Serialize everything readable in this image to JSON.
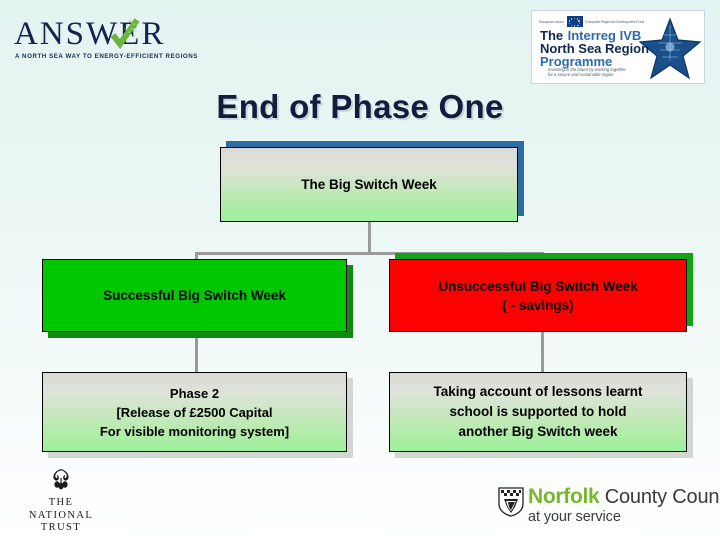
{
  "slide": {
    "title": "End of Phase One",
    "background_top_color": "#e4f4f1",
    "background_bottom_color": "#ffffff",
    "title_color": "#141b3d"
  },
  "logos": {
    "answer": {
      "wordmark": "ANSWER",
      "tagline": "A NORTH SEA WAY TO ENERGY-EFFICIENT REGIONS",
      "color": "#15234f",
      "check_color": "#6cb33f"
    },
    "interreg": {
      "the": "The",
      "interreg": "Interreg IVB",
      "north_sea_region": "North Sea Region",
      "programme": "Programme",
      "tagline_line1": "Investing in the future by working together",
      "tagline_line2": "for a secure and sustainable region",
      "eu_caption_left": "European Union",
      "eu_caption_right": "European Regional Development Fund",
      "accent_color": "#2b6cb0",
      "dark_color": "#10284d"
    },
    "national_trust": {
      "line1": "THE",
      "line2": "NATIONAL",
      "line3": "TRUST"
    },
    "norfolk": {
      "norfolk": "Norfolk",
      "county_council": "County Council",
      "strapline": "at your service",
      "green": "#76b82a",
      "grey": "#3b3b3b"
    }
  },
  "diagram": {
    "type": "flowchart",
    "nodes": [
      {
        "id": "top",
        "label": "The Big Switch Week",
        "fill": "gradient-grey-green",
        "shadow_color": "#2e6da4"
      },
      {
        "id": "success",
        "label": "Successful Big Switch Week",
        "fill": "#00c800",
        "shadow_color": "#0f8a10"
      },
      {
        "id": "unsuccess",
        "label_line1": "Unsuccessful Big Switch Week",
        "label_line2": "( - savings)",
        "fill": "#ff0000",
        "shadow_color": "#13a312"
      },
      {
        "id": "phase2",
        "label_line1": "Phase 2",
        "label_line2": "[Release of £2500 Capital",
        "label_line3": "For visible monitoring system]",
        "fill": "gradient-grey-green",
        "shadow_color": "#d3d7d4"
      },
      {
        "id": "lessons",
        "label_line1": "Taking account of lessons learnt",
        "label_line2": "school is supported to hold",
        "label_line3": "another Big Switch week",
        "fill": "gradient-grey-green",
        "shadow_color": "#d3d7d4"
      }
    ],
    "connector_color": "#9a9a9a",
    "edges": [
      {
        "from": "top",
        "to": "success"
      },
      {
        "from": "top",
        "to": "unsuccess"
      },
      {
        "from": "success",
        "to": "phase2"
      },
      {
        "from": "unsuccess",
        "to": "lessons"
      }
    ]
  }
}
